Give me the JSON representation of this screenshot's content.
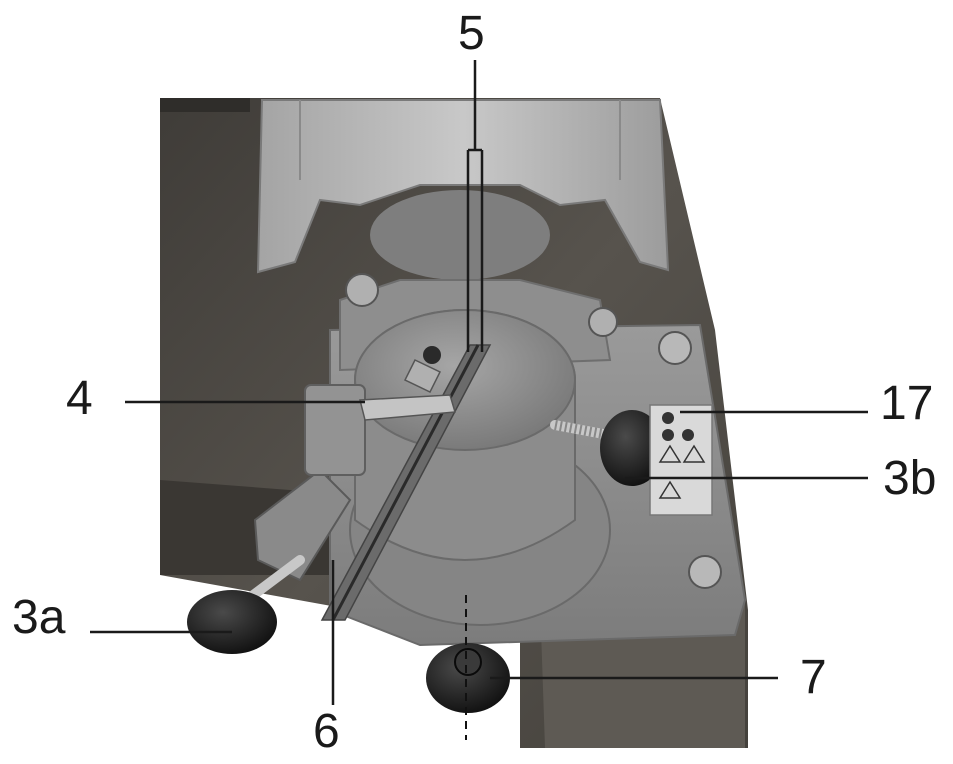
{
  "figure": {
    "callouts": {
      "c5": "5",
      "c4": "4",
      "c17": "17",
      "c3b": "3b",
      "c3a": "3a",
      "c7": "7",
      "c6": "6"
    }
  },
  "colors": {
    "base_plate": "#8a8a8a",
    "workbench": "#4d4a45",
    "guard": "#b5b5b5",
    "knob": "#1e1e1e",
    "text": "#1a1a1a"
  }
}
